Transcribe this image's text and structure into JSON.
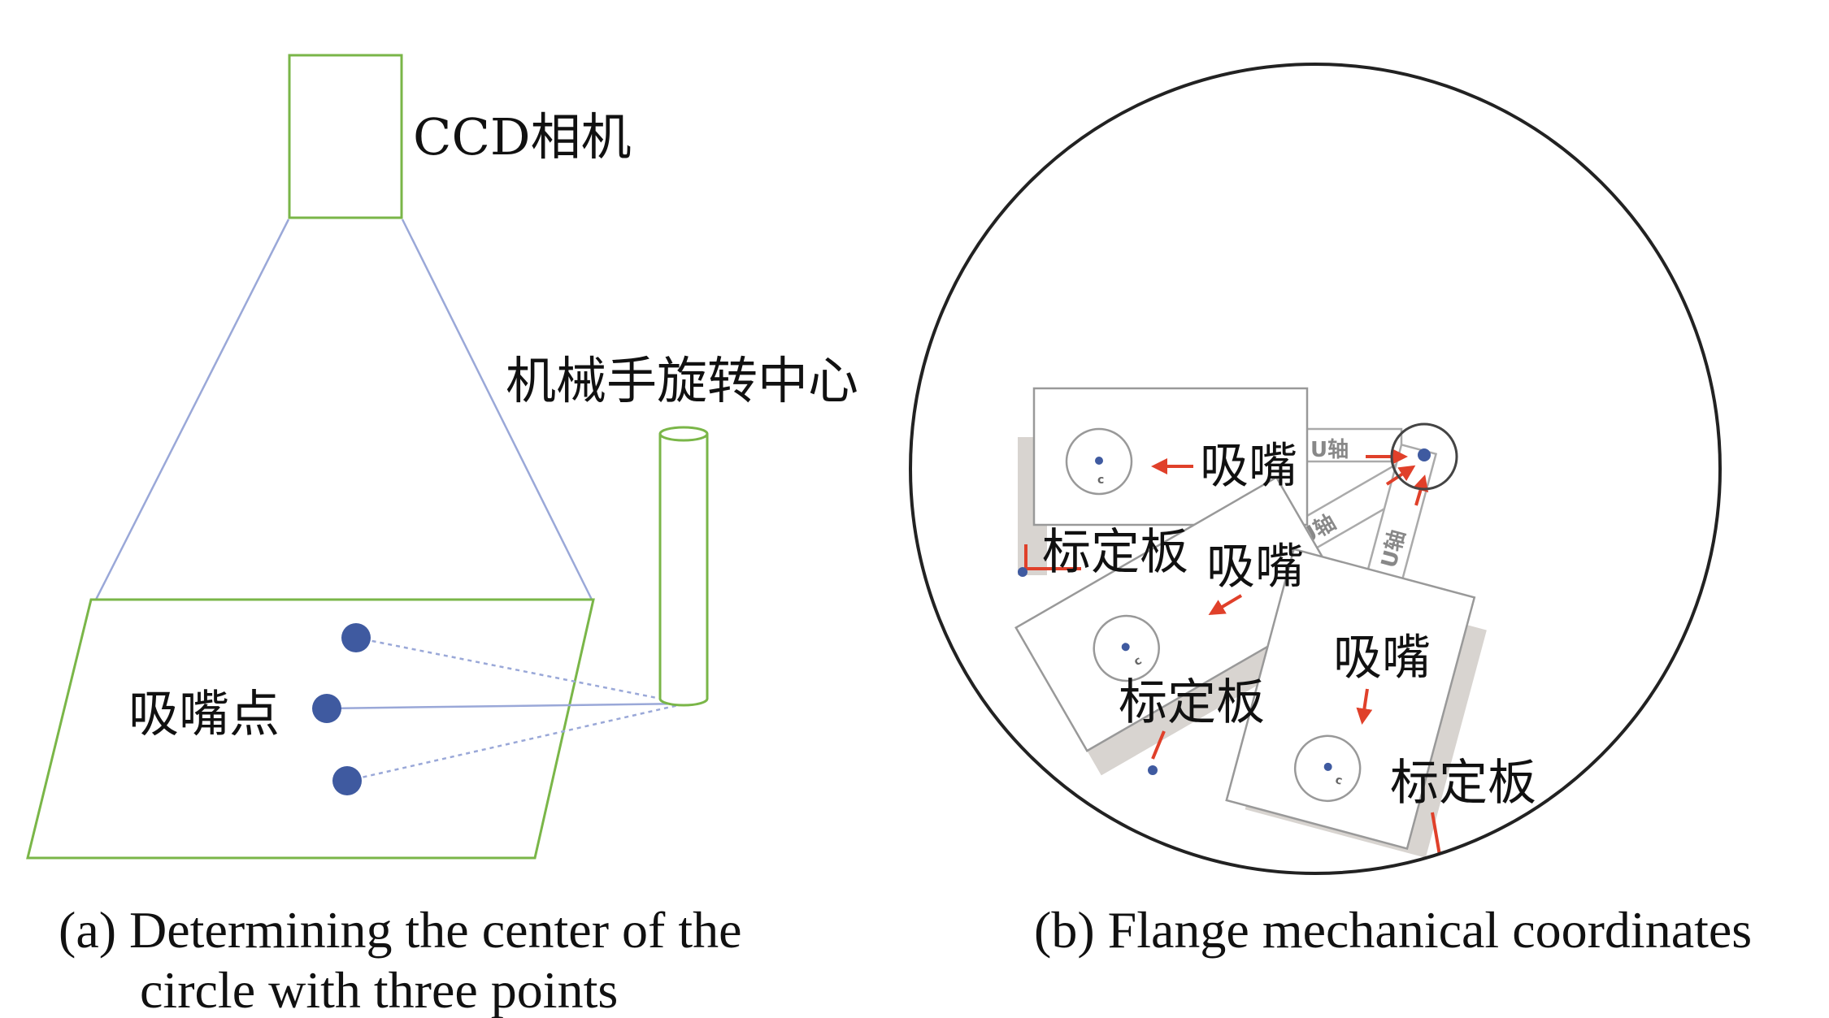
{
  "panel_a": {
    "camera_label": "CCD相机",
    "rotation_center_label": "机械手旋转中心",
    "nozzle_points_label": "吸嘴点",
    "caption_line1": "(a) Determining the center of the",
    "caption_line2": "circle with three points"
  },
  "panel_b": {
    "nozzle_label_1": "吸嘴",
    "nozzle_label_2": "吸嘴",
    "nozzle_label_3": "吸嘴",
    "plate_label_1": "标定板",
    "plate_label_2": "标定板",
    "plate_label_3": "标定板",
    "u_axis_1": "U轴",
    "u_axis_2": "U轴",
    "u_axis_3": "U轴",
    "mark_c": "c",
    "caption": "(b) Flange mechanical coordinates"
  },
  "colors": {
    "green": "#7ab648",
    "blue_line": "#9aa8d8",
    "dot": "#3f5aa0",
    "red": "#e0402a",
    "gray": "#d8d4d0"
  }
}
